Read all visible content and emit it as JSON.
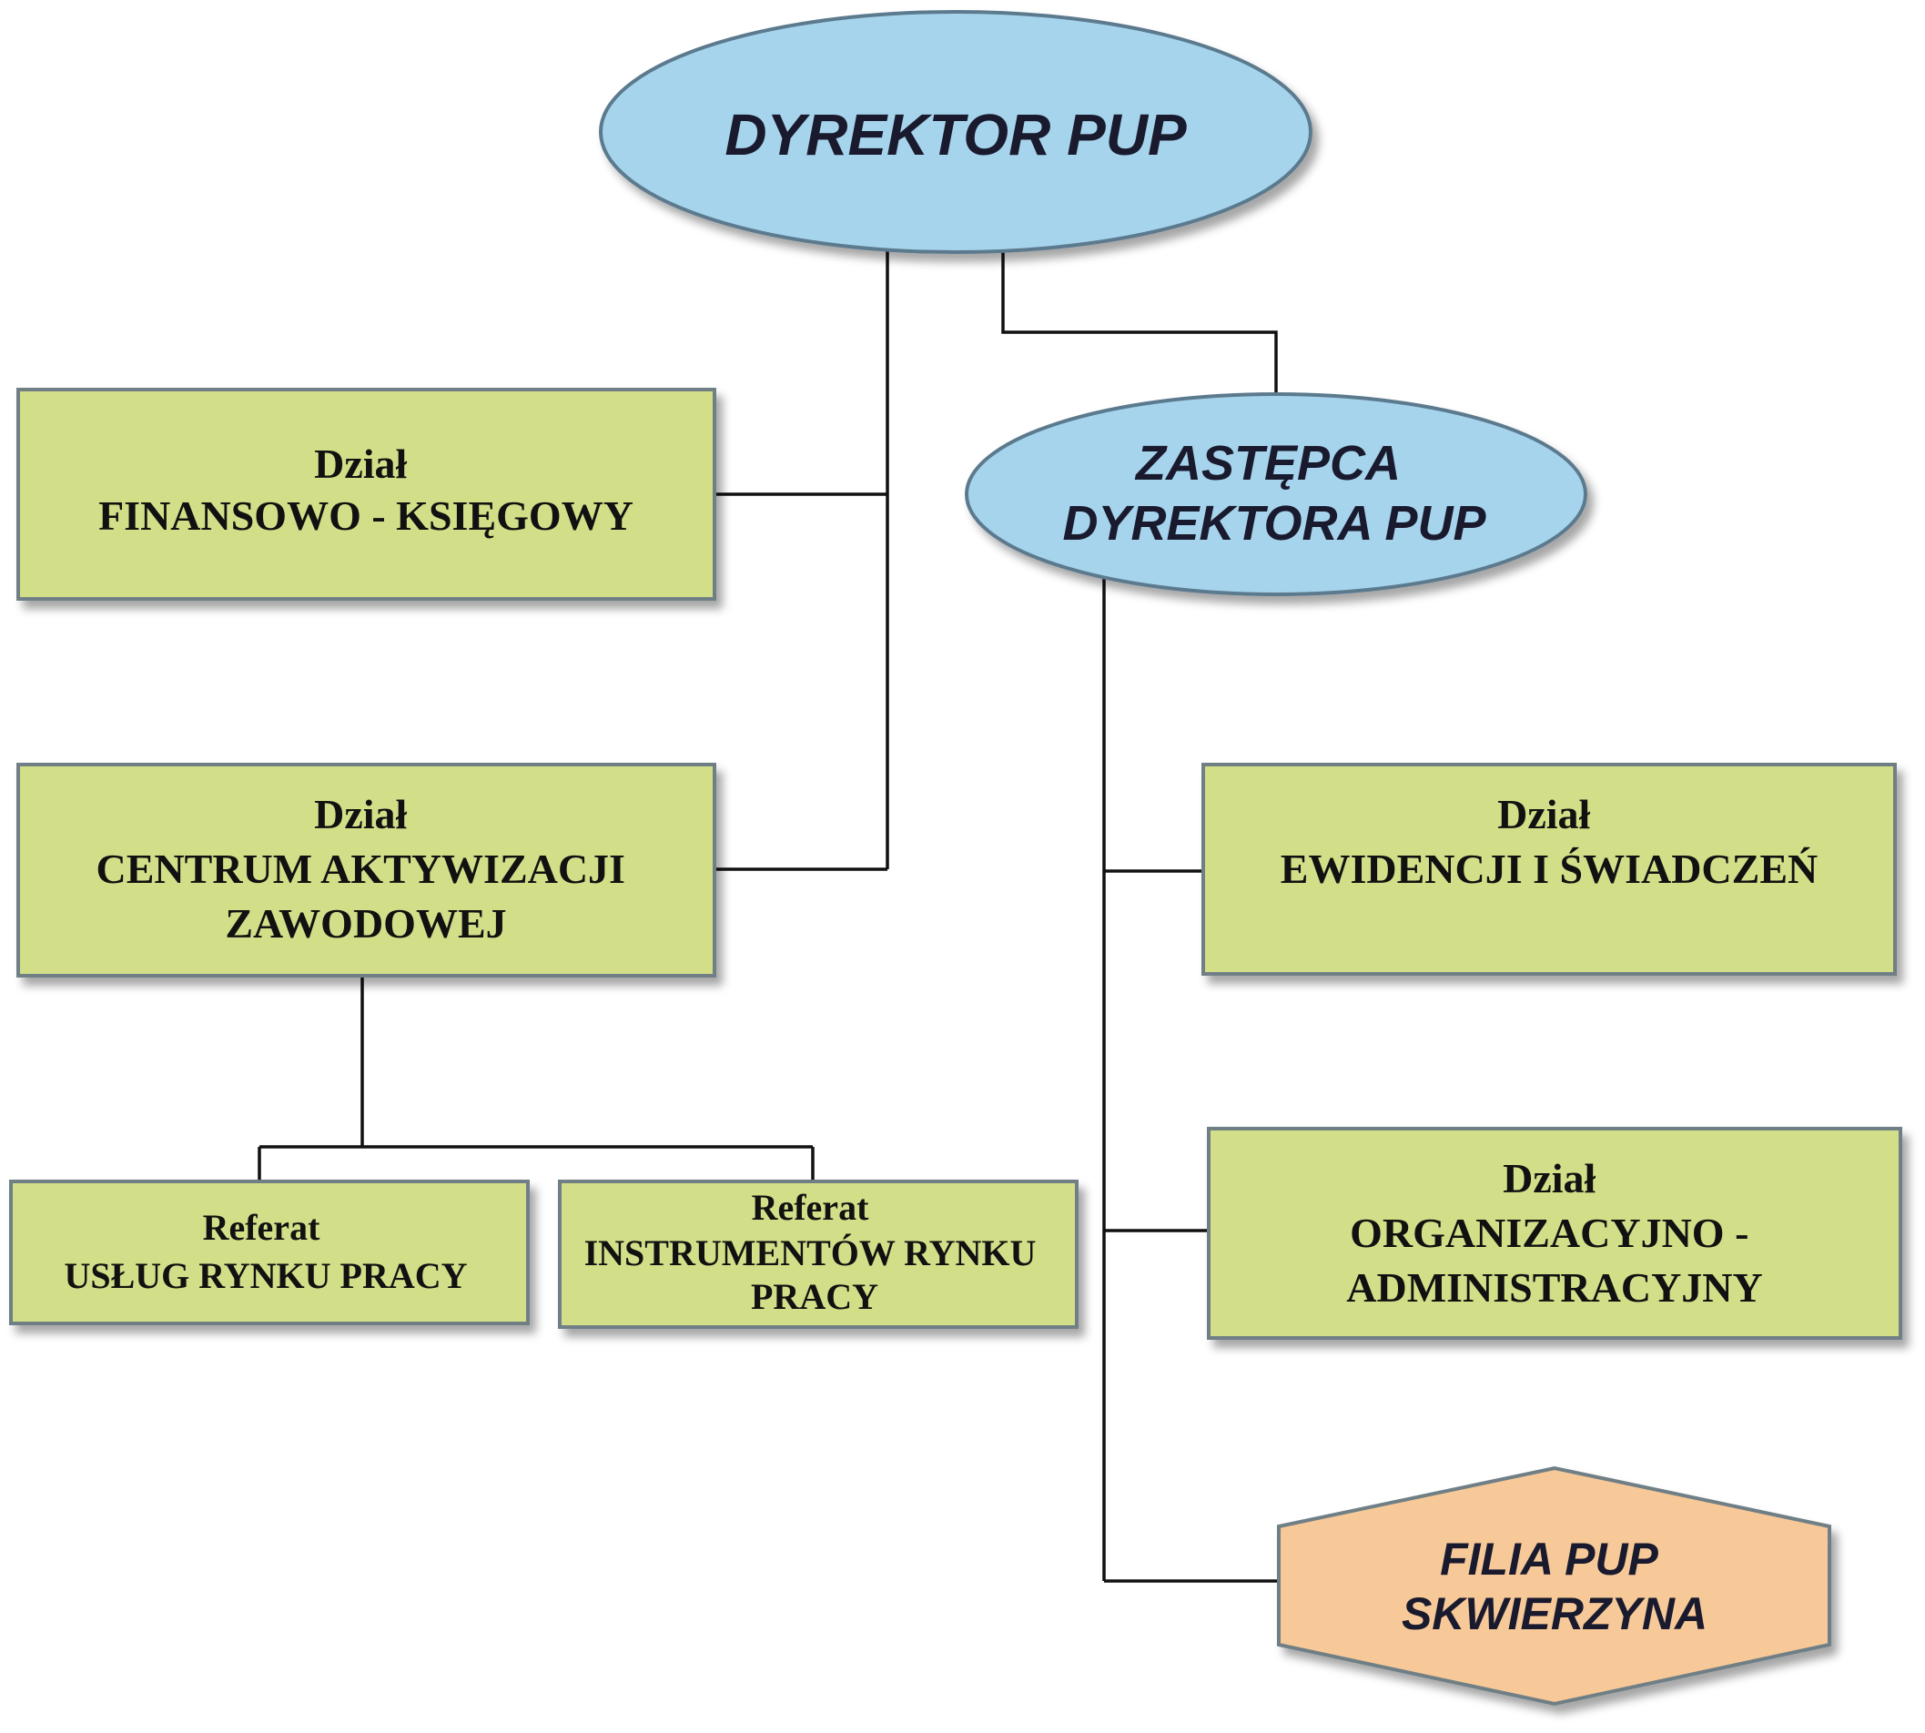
{
  "colors": {
    "ellipse_fill": "#a6d4ec",
    "ellipse_stroke": "#5c7a8e",
    "box_fill": "#d3df88",
    "box_stroke": "#6f7f86",
    "branch_fill": "#f7c998",
    "branch_stroke": "#6f7f86",
    "connector": "#111111"
  },
  "nodes": {
    "director": {
      "lines": [
        "DYREKTOR PUP"
      ]
    },
    "deputy": {
      "lines": [
        "ZASTĘPCA",
        "DYREKTORA PUP"
      ]
    },
    "finance": {
      "lines": [
        "Dział",
        "FINANSOWO - KSIĘGOWY"
      ]
    },
    "activation": {
      "lines": [
        "Dział",
        "CENTRUM AKTYWIZACJI",
        "ZAWODOWEJ"
      ]
    },
    "services": {
      "lines": [
        "Referat",
        "USŁUG RYNKU PRACY"
      ]
    },
    "instruments": {
      "lines": [
        "Referat",
        "INSTRUMENTÓW RYNKU",
        "PRACY"
      ]
    },
    "records": {
      "lines": [
        "Dział",
        "EWIDENCJI I ŚWIADCZEŃ"
      ]
    },
    "admin": {
      "lines": [
        "Dział",
        "ORGANIZACYJNO -",
        "ADMINISTRACYJNY"
      ]
    },
    "branch": {
      "lines": [
        "FILIA PUP",
        "SKWIERZYNA"
      ]
    }
  }
}
